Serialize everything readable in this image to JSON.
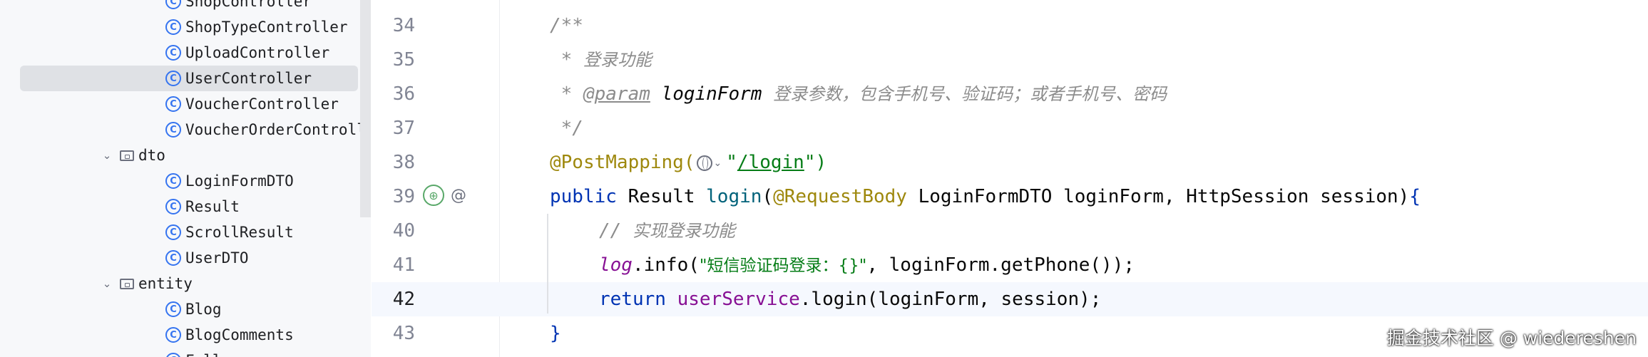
{
  "sidebar": {
    "items": [
      {
        "label": "ShopController",
        "kind": "class"
      },
      {
        "label": "ShopTypeController",
        "kind": "class"
      },
      {
        "label": "UploadController",
        "kind": "class"
      },
      {
        "label": "UserController",
        "kind": "class",
        "selected": true
      },
      {
        "label": "VoucherController",
        "kind": "class"
      },
      {
        "label": "VoucherOrderControll",
        "kind": "class"
      },
      {
        "label": "dto",
        "kind": "folder"
      },
      {
        "label": "LoginFormDTO",
        "kind": "class"
      },
      {
        "label": "Result",
        "kind": "class"
      },
      {
        "label": "ScrollResult",
        "kind": "class"
      },
      {
        "label": "UserDTO",
        "kind": "class"
      },
      {
        "label": "entity",
        "kind": "folder"
      },
      {
        "label": "Blog",
        "kind": "class"
      },
      {
        "label": "BlogComments",
        "kind": "class"
      },
      {
        "label": "Follow",
        "kind": "class"
      }
    ],
    "class_icon_glyph": "C"
  },
  "gutter": {
    "line_numbers": [
      "34",
      "35",
      "36",
      "37",
      "38",
      "39",
      "40",
      "41",
      "42",
      "43"
    ],
    "current_line": "42",
    "icons": [
      "web-endpoint-icon",
      "at-icon"
    ]
  },
  "code": {
    "l34": "/**",
    "l35_star": "* ",
    "l35_text": "登录功能",
    "l36_star": "* ",
    "l36_tag": "@param",
    "l36_name": " loginForm ",
    "l36_text": "登录参数，包含手机号、验证码；或者手机号、密码",
    "l37": "*/",
    "l38_ann": "@PostMapping(",
    "l38_quote_open": "\"",
    "l38_url": "/login",
    "l38_close": "\")",
    "l39_kw": "public",
    "l39_type": " Result ",
    "l39_method": "login",
    "l39_paren": "(",
    "l39_ann": "@RequestBody",
    "l39_rest": " LoginFormDTO loginForm, HttpSession session)",
    "l39_brace": "{",
    "l40_slash": "// ",
    "l40_text": "实现登录功能",
    "l41_log": "log",
    "l41_mid": ".info(",
    "l41_str": "\"短信验证码登录：{}\"",
    "l41_rest": ", loginForm.getPhone());",
    "l42_kw": "return",
    "l42_sp": " ",
    "l42_field": "userService",
    "l42_rest": ".login(loginForm, session);",
    "l43": "}"
  },
  "watermark": "掘金技术社区 @ wiedereshen",
  "colors": {
    "keyword": "#0033b3",
    "annotation": "#9e880d",
    "string": "#067d17",
    "field": "#871094",
    "comment": "#8c8c8c",
    "selection": "#dfe1e5",
    "current_line": "#f5f8fe"
  }
}
